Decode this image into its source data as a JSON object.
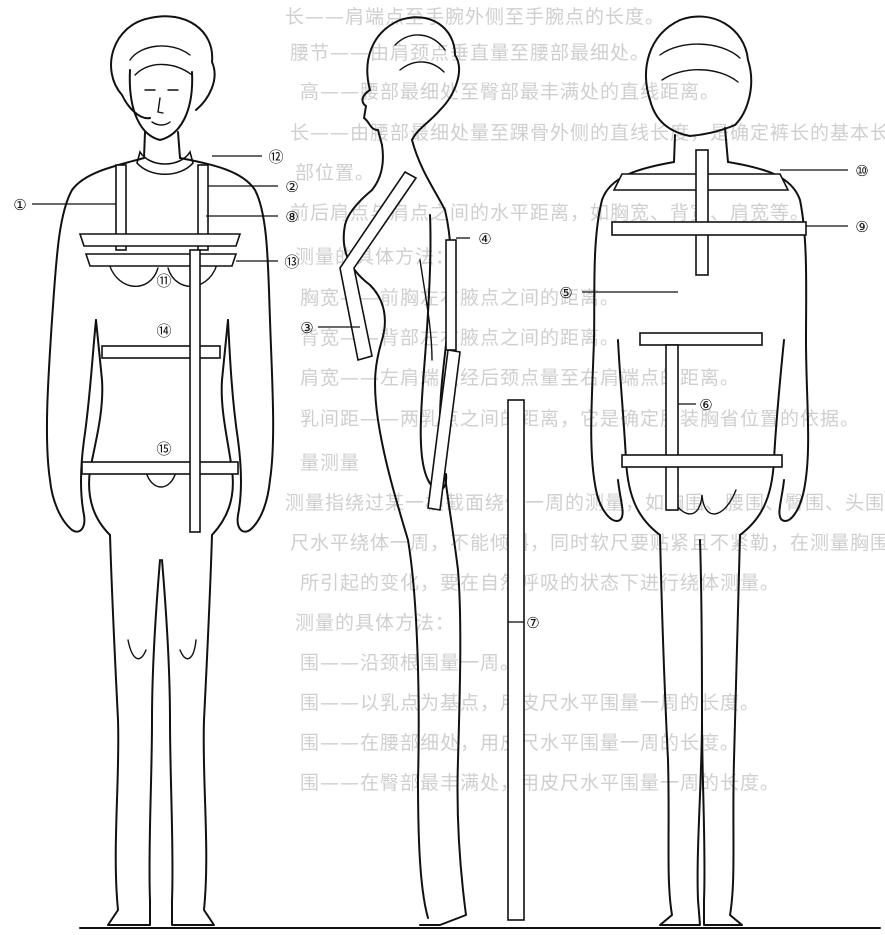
{
  "background_text": [
    "长——肩端点至手腕外侧至手腕点的长度。",
    "腰节——由肩颈点垂直量至腰部最细处。",
    "高——腰部最细处至臀部最丰满处的直线距离。",
    "长——由腰部最细处量至踝骨外侧的直线长度，是确定裤长的基本长度",
    "部位置。",
    "前后肩点与肩点之间的水平距离，如胸宽、背宽、肩宽等。",
    "测量的具体方法：",
    "胸宽——前胸左右腋点之间的距离。",
    "背宽——背部左右腋点之间的距离。",
    "肩宽——左肩端点经后颈点量至右肩端点的距离。",
    "乳间距——两乳点之间的距离，它是确定服装胸省位置的依据。",
    "量测量",
    "测量指绕过某一横截面绕体一周的测量，如胸围、腰围、臀围、头围等。",
    "尺水平绕体一周，不能倾斜，同时软尺要贴紧且不紧勒，在测量胸围时",
    "所引起的变化，要在自然呼吸的状态下进行绕体测量。",
    "测量的具体方法：",
    "围——沿颈根围量一周。",
    "围——以乳点为基点，用皮尺水平围量一周的长度。",
    "围——在腰部细处，用皮尺水平围量一周的长度。",
    "围——在臀部最丰满处，用皮尺水平围量一周的长度。"
  ],
  "callouts": [
    {
      "id": "1",
      "label": "①"
    },
    {
      "id": "2",
      "label": "②"
    },
    {
      "id": "3",
      "label": "③"
    },
    {
      "id": "4",
      "label": "④"
    },
    {
      "id": "5",
      "label": "⑤"
    },
    {
      "id": "6",
      "label": "⑥"
    },
    {
      "id": "7",
      "label": "⑦"
    },
    {
      "id": "8",
      "label": "⑧"
    },
    {
      "id": "9",
      "label": "⑨"
    },
    {
      "id": "10",
      "label": "⑩"
    },
    {
      "id": "11",
      "label": "⑪"
    },
    {
      "id": "12",
      "label": "⑫"
    },
    {
      "id": "13",
      "label": "⑬"
    },
    {
      "id": "14",
      "label": "⑭"
    },
    {
      "id": "15",
      "label": "⑮"
    }
  ]
}
